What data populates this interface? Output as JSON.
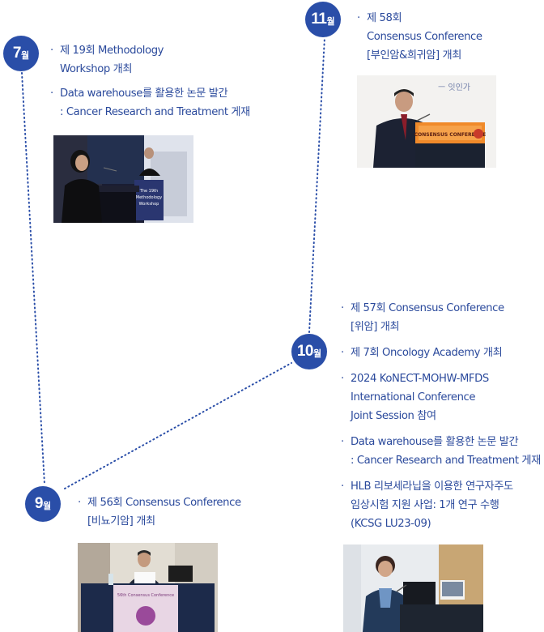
{
  "months": {
    "jul": {
      "num": "7",
      "unit": "월"
    },
    "sep": {
      "num": "9",
      "unit": "월"
    },
    "oct": {
      "num": "10",
      "unit": "월"
    },
    "nov": {
      "num": "11",
      "unit": "월"
    }
  },
  "events": {
    "jul": [
      [
        "제 19회 Methodology",
        "Workshop 개최"
      ],
      [
        "Data warehouse를 활용한 논문 발간",
        ": Cancer Research and Treatment 게재"
      ]
    ],
    "sep": [
      [
        "제 56회 Consensus Conference",
        "[비뇨기암] 개최"
      ]
    ],
    "oct": [
      [
        "제 57회 Consensus Conference",
        "[위암] 개최"
      ],
      [
        "제 7회 Oncology Academy 개최"
      ],
      [
        "2024 KoNECT-MOHW-MFDS",
        "International Conference",
        "Joint Session 참여"
      ],
      [
        "Data warehouse를 활용한 논문 발간",
        ": Cancer Research and Treatment 게재"
      ],
      [
        "HLB 리보세라닙을 이용한 연구자주도",
        "임상시험 지원 사업: 1개 연구 수행",
        "(KCSG LU23-09)"
      ]
    ],
    "nov": [
      [
        "제 58회",
        "Consensus Conference",
        "[부인암&희귀암] 개최"
      ]
    ]
  },
  "photos": {
    "jul_banner": "The 19th Methodology Workshop",
    "sep_banner": "56th Consensus Conference",
    "nov_banner": "CONSENSUS CONFERENCE",
    "nov_handwriting": "ㅡ 잇인가"
  },
  "colors": {
    "accent": "#2a4ea8",
    "text": "#2b4a9c",
    "dotline": "#2a4ea8"
  }
}
